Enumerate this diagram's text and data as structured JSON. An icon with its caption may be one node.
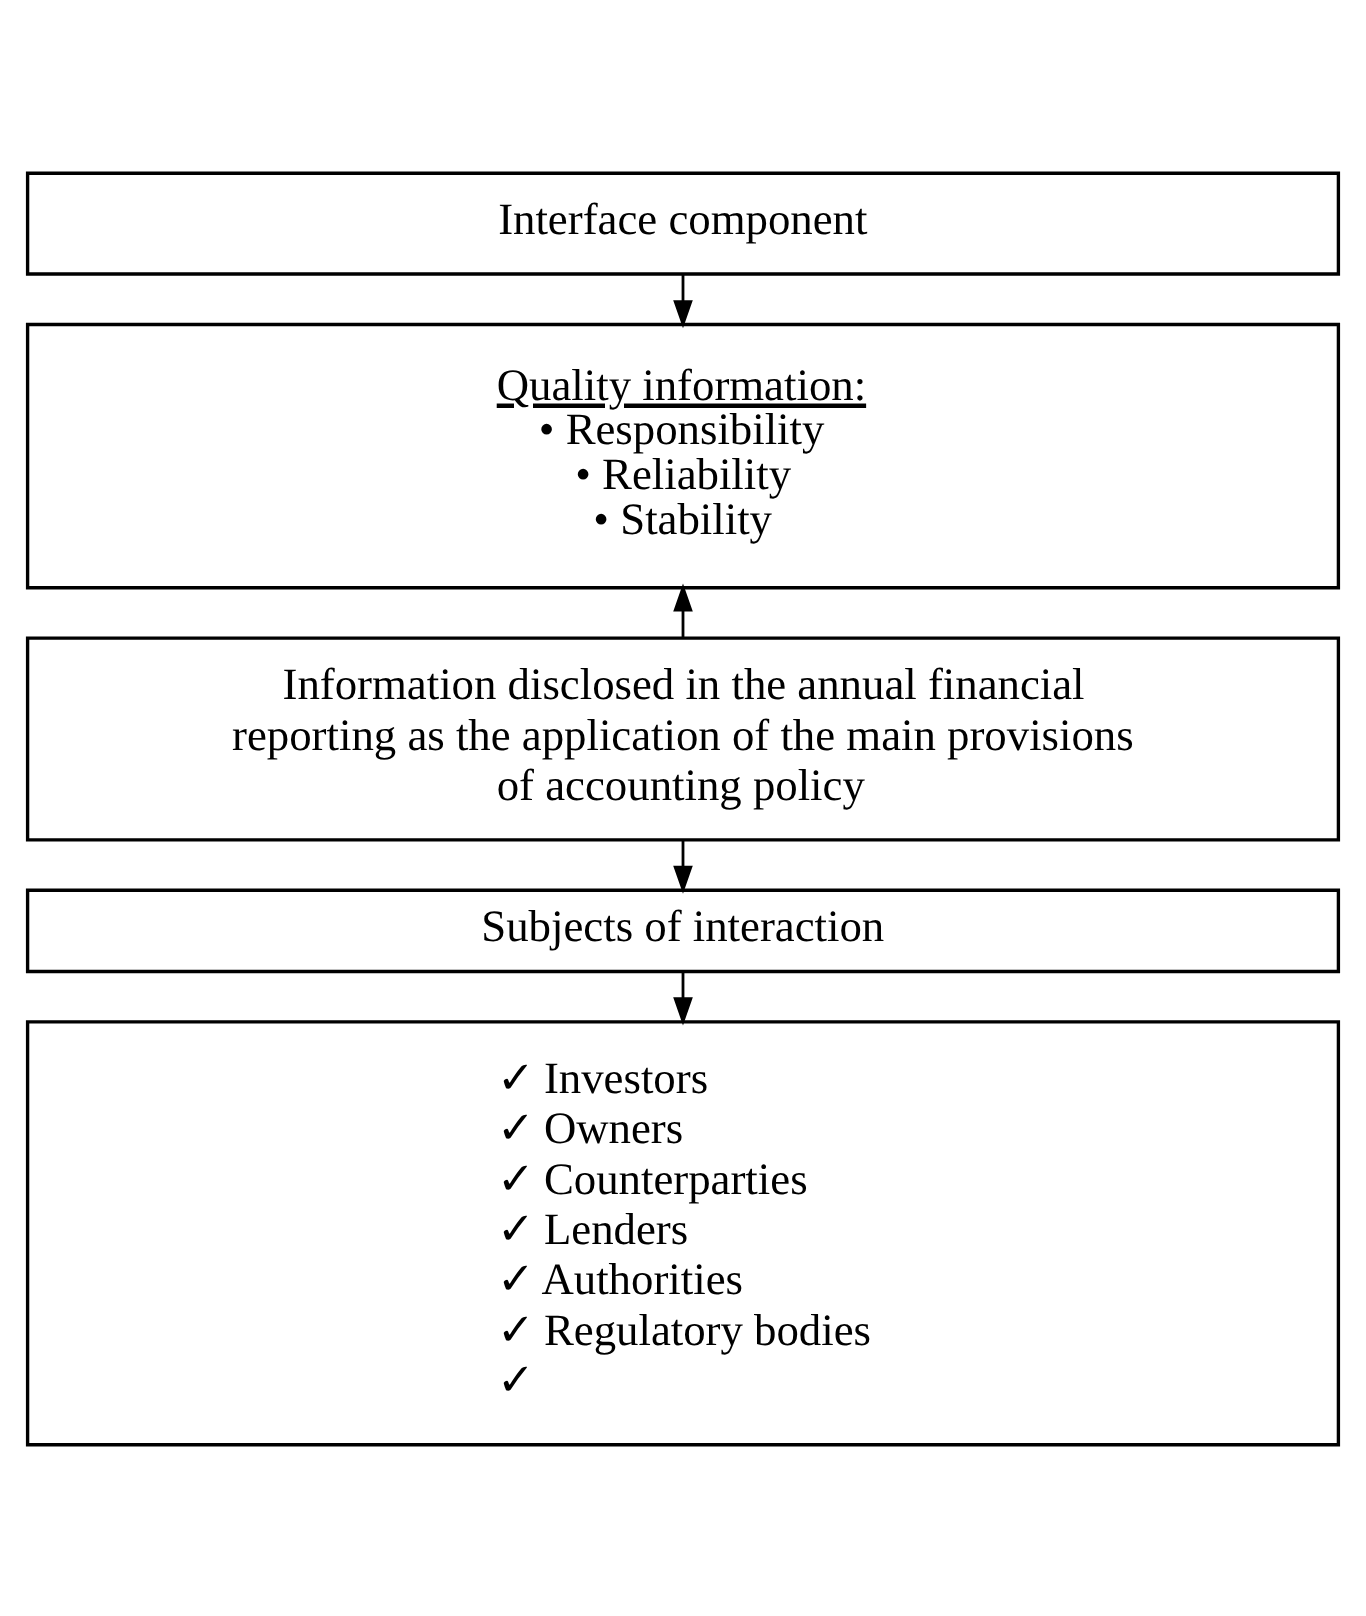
{
  "diagram": {
    "nodes": [
      {
        "text": [
          "Interface component"
        ]
      },
      {
        "text": [
          "Quality information:",
          "• Responsibility",
          "• Reliability",
          "• Stability"
        ]
      },
      {
        "text": [
          "Information disclosed in the annual financial reporting as the application of the main provisions of accounting policy"
        ]
      },
      {
        "text": [
          "Subjects of interaction"
        ]
      },
      {
        "text": [
          "✓ Investors",
          "✓ Owners",
          "✓ Counterparties",
          "✓ Lenders",
          "✓ Authorities",
          "✓ Regulatory bodies",
          "✓"
        ]
      }
    ],
    "edges": [
      {
        "from": 0,
        "to": 1,
        "arrow": "to"
      },
      {
        "from": 2,
        "to": 1,
        "arrow": "to"
      },
      {
        "from": 2,
        "to": 3,
        "arrow": "to"
      },
      {
        "from": 3,
        "to": 4,
        "arrow": "to"
      }
    ]
  }
}
